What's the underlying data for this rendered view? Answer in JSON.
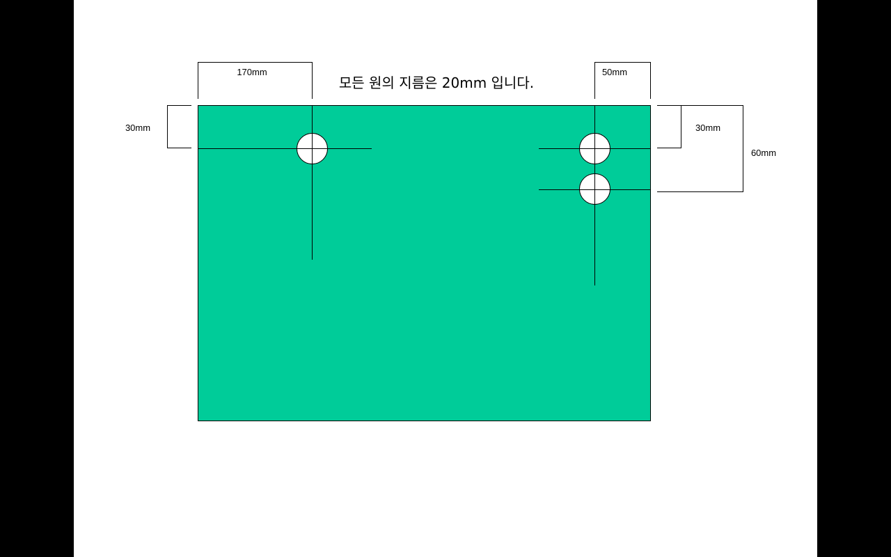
{
  "note": "모든 원의 지름은 20mm 입니다.",
  "colors": {
    "plate": "#00CC99",
    "hole": "#FFFFFF",
    "line": "#000000",
    "paper": "#FFFFFF",
    "backdrop": "#000000"
  },
  "dimensions": {
    "left_hole_x": "170mm",
    "right_holes_x": "50mm",
    "left_hole_y": "30mm",
    "right_hole_top_y": "30mm",
    "right_hole_bottom_y": "60mm"
  }
}
